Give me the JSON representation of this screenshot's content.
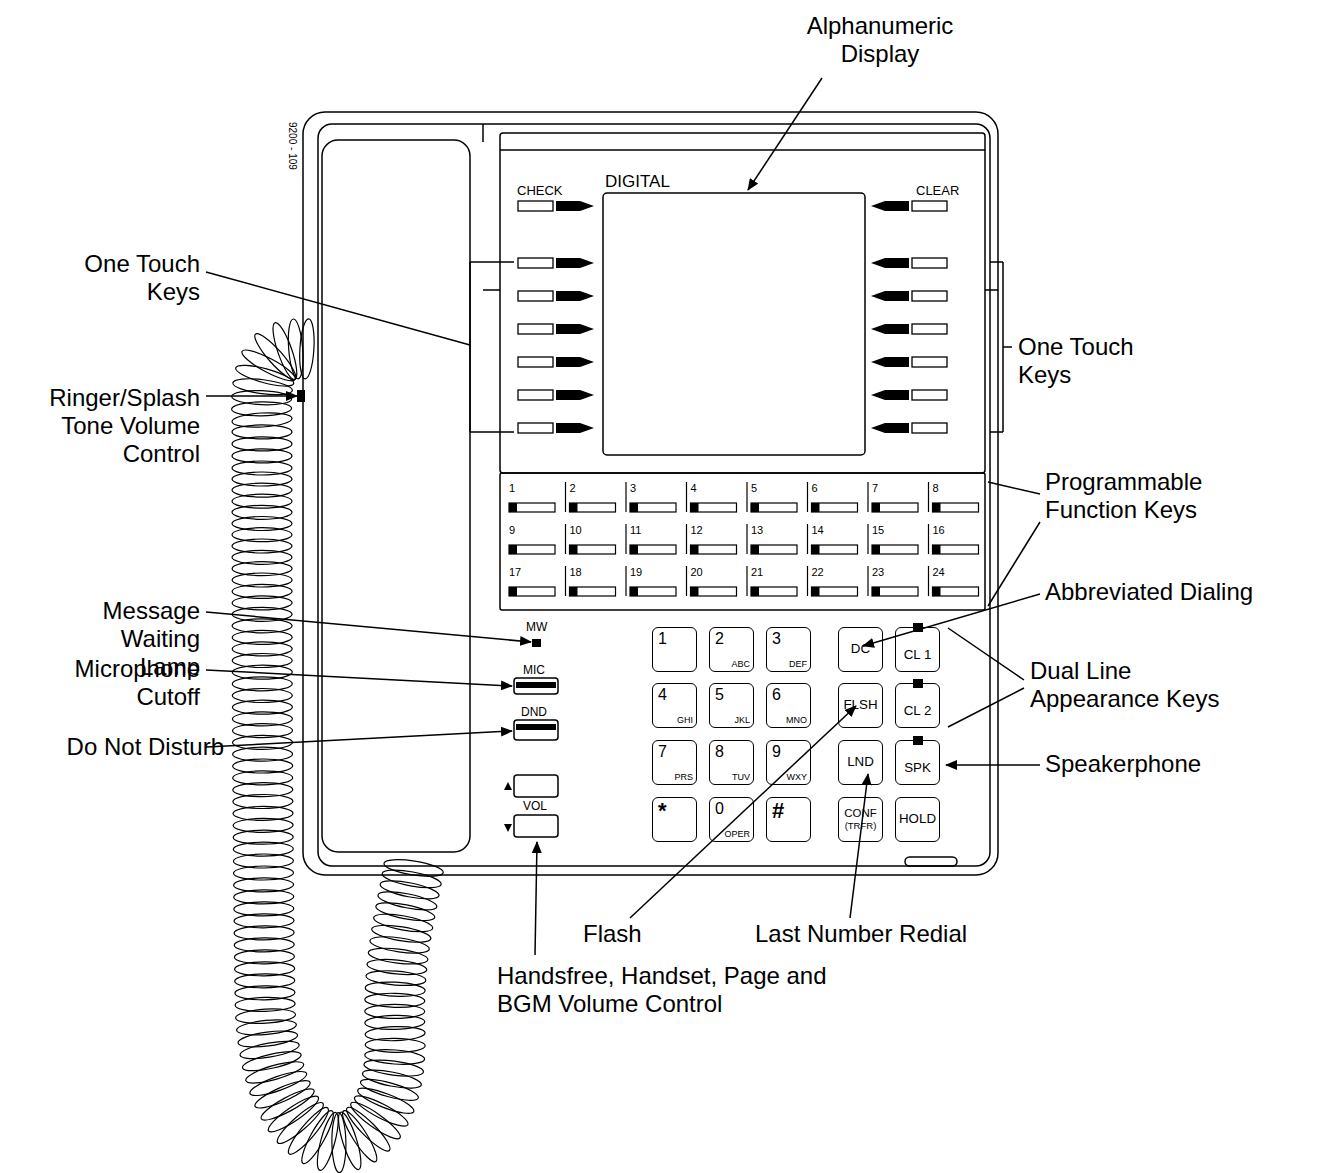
{
  "diagram": {
    "nodes": [
      {
        "text": [
          "1"
        ]
      },
      {
        "text": [
          "2",
          "ABC"
        ]
      },
      {
        "text": [
          "3",
          "DEF"
        ]
      },
      {
        "text": [
          "DC"
        ]
      },
      {
        "text": [
          "CL 1"
        ]
      },
      {
        "text": [
          "4",
          "GHI"
        ]
      },
      {
        "text": [
          "5",
          "JKL"
        ]
      },
      {
        "text": [
          "6",
          "MNO"
        ]
      },
      {
        "text": [
          "FLSH"
        ]
      },
      {
        "text": [
          "CL 2"
        ]
      },
      {
        "text": [
          "7",
          "PRS"
        ]
      },
      {
        "text": [
          "8",
          "TUV"
        ]
      },
      {
        "text": [
          "9",
          "WXY"
        ]
      },
      {
        "text": [
          "LND"
        ]
      },
      {
        "text": [
          "SPK"
        ]
      },
      {
        "text": [
          "*"
        ]
      },
      {
        "text": [
          "0",
          "OPER"
        ]
      },
      {
        "text": [
          "#"
        ]
      },
      {
        "text": [
          "CONF",
          "(TRFR)"
        ]
      },
      {
        "text": [
          "HOLD"
        ]
      }
    ],
    "labels": [
      "Alphanumeric Display",
      "DIGITAL",
      "CHECK",
      "CLEAR",
      "One Touch Keys",
      "One Touch Keys",
      "Ringer/Splash Tone Volume Control",
      "Message Waiting Lamp",
      "Microphone Cutoff",
      "Do Not Disturb",
      "Programmable Function Keys",
      "Abbreviated Dialing",
      "Dual Line Appearance Keys",
      "Speakerphone",
      "Flash",
      "Last Number Redial",
      "Handsfree, Handset, Page and BGM Volume Control",
      "MW",
      "MIC",
      "DND",
      "VOL",
      "9200 - 109",
      "1",
      "2",
      "3",
      "4",
      "5",
      "6",
      "7",
      "8",
      "9",
      "10",
      "11",
      "12",
      "13",
      "14",
      "15",
      "16",
      "17",
      "18",
      "19",
      "20",
      "21",
      "22",
      "23",
      "24"
    ]
  }
}
